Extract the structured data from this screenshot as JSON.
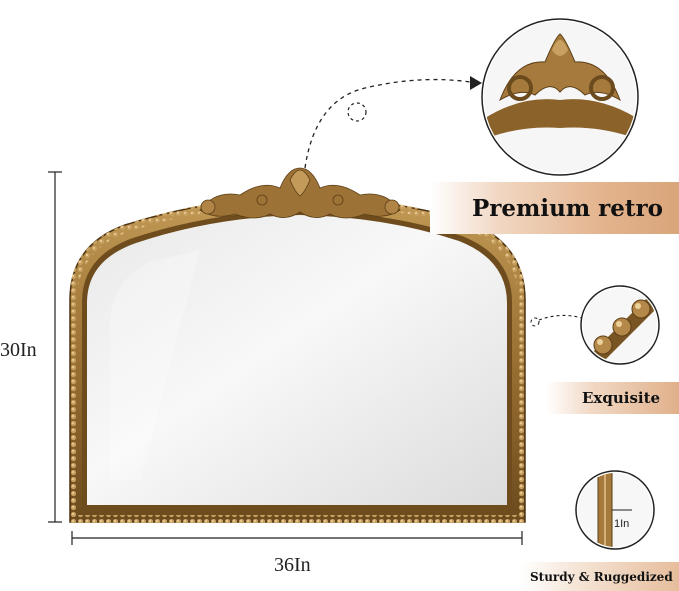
{
  "dimensions": {
    "height_label": "30In",
    "width_label": "36In"
  },
  "features": {
    "premium_label": "Premium retro",
    "exquisite_label": "Exquisite",
    "sturdy_label": "Sturdy & Ruggedized",
    "thickness_label": "1In"
  },
  "colors": {
    "frame_gold": "#a47a3c",
    "frame_dark": "#5a3d17",
    "banner_accent": "#dca37a"
  }
}
